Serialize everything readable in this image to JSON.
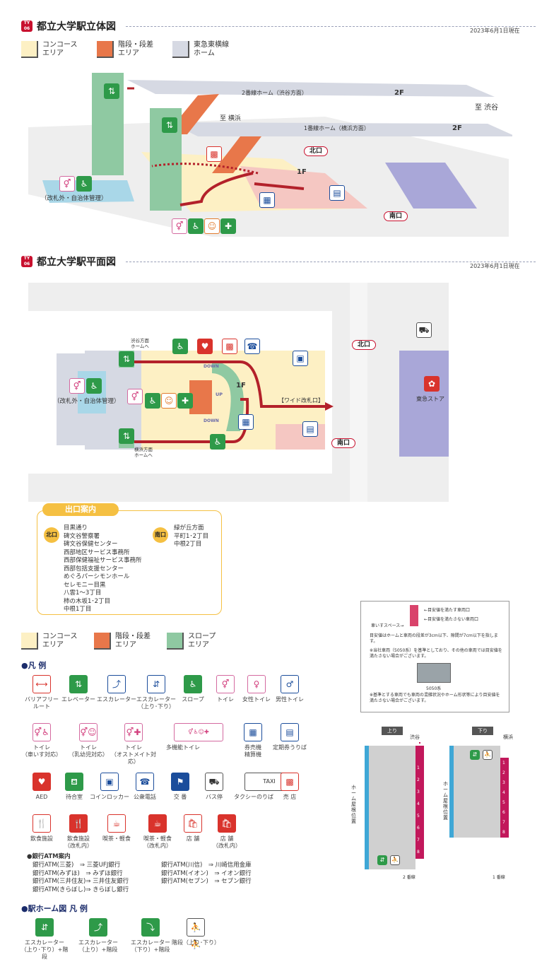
{
  "section1": {
    "badge_top": "TY",
    "badge_num": "06",
    "title": "都立大学駅立体図",
    "date": "2023年6月1日現在",
    "legend": [
      {
        "label": "コンコース\nエリア",
        "color": "#fdf0c4"
      },
      {
        "label": "階段・段差\nエリア",
        "color": "#e8774a"
      },
      {
        "label": "東急東横線\nホーム",
        "color": "#d6d9e3"
      }
    ],
    "platform2": "2番線ホーム（渋谷方面）",
    "floor2a": "2F",
    "to_shibuya": "至 渋谷",
    "to_yokohama": "至 横浜",
    "platform1": "1番線ホーム（横浜方面）",
    "floor2b": "2F",
    "north_exit": "北口",
    "floor1": "1F",
    "outside_note": "（改札外・自治体管理）",
    "south_exit": "南口"
  },
  "section2": {
    "badge_top": "TY",
    "badge_num": "06",
    "title": "都立大学駅平面図",
    "date": "2023年6月1日現在",
    "to_shibuya_platform": "渋谷方面\nホームへ",
    "to_yokohama_platform": "横浜方面\nホームへ",
    "north_exit": "北口",
    "south_exit": "南口",
    "floor1": "1F",
    "wide_gate": "【ワイド改札口】",
    "outside_note": "（改札外・自治体管理）",
    "store": "東急ストア",
    "down": "DOWN",
    "up": "UP"
  },
  "exit_guide": {
    "title": "出口案内",
    "north": "北口",
    "north_items": "目黒通り\n碑文谷警察署\n碑文谷保健センター\n西部地区サービス事務所\n西部保健福祉サービス事務所\n西部包括支援センター\nめぐろパーシモンホール\nセレモニー目黒\n八雲1～3丁目\n柿の木坂1･2丁目\n中根1丁目",
    "south": "南口",
    "south_items": "緑が丘方面\n平町1･2丁目\n中根2丁目"
  },
  "area_legend": [
    {
      "label": "コンコース\nエリア",
      "color": "#fdf0c4"
    },
    {
      "label": "階段・段差\nエリア",
      "color": "#e8774a"
    },
    {
      "label": "スロープ\nエリア",
      "color": "#8fc9a2"
    }
  ],
  "legend_title": "●凡 例",
  "legend_row1": [
    {
      "name": "barrier-free-route",
      "label": "バリアフリー\nルート",
      "glyph": "⟷",
      "style": "red"
    },
    {
      "name": "elevator",
      "label": "エレベーター",
      "glyph": "⇅",
      "style": "green"
    },
    {
      "name": "escalator",
      "label": "エスカレーター",
      "glyph": "⤴",
      "style": "blue"
    },
    {
      "name": "escalator-updown",
      "label": "エスカレーター\n（上り･下り）",
      "glyph": "⇵",
      "style": "blue"
    },
    {
      "name": "slope",
      "label": "スロープ",
      "glyph": "♿",
      "style": "green"
    },
    {
      "name": "toilet",
      "label": "トイレ",
      "glyph": "⚥",
      "style": "pink"
    },
    {
      "name": "women-toilet",
      "label": "女性トイレ",
      "glyph": "♀",
      "style": "pink"
    },
    {
      "name": "men-toilet",
      "label": "男性トイレ",
      "glyph": "♂",
      "style": "blue"
    }
  ],
  "legend_row2": [
    {
      "name": "toilet-wheelchair",
      "label": "トイレ\n（車いす対応）",
      "glyph": "⚥♿",
      "style": "pink"
    },
    {
      "name": "toilet-baby",
      "label": "トイレ\n（乳幼児対応）",
      "glyph": "⚥☺",
      "style": "pink"
    },
    {
      "name": "toilet-ostomate",
      "label": "トイレ\n（オストメイト対応）",
      "glyph": "⚥✚",
      "style": "pink"
    },
    {
      "name": "multipurpose-toilet",
      "label": "多機能トイレ",
      "glyph": "⚥♿☺✚",
      "style": "pink"
    },
    {
      "name": "ticket-machine",
      "label": "券売機\n精算機",
      "glyph": "▦",
      "style": "blue"
    },
    {
      "name": "commuter-pass",
      "label": "定期券うりば",
      "glyph": "▤",
      "style": "blue"
    }
  ],
  "legend_row3": [
    {
      "name": "aed",
      "label": "AED",
      "glyph": "♥",
      "style": "redfill"
    },
    {
      "name": "waiting-room",
      "label": "待合室",
      "glyph": "⛾",
      "style": "green"
    },
    {
      "name": "coin-locker",
      "label": "コインロッカー",
      "glyph": "▣",
      "style": "blue"
    },
    {
      "name": "public-phone",
      "label": "公衆電話",
      "glyph": "☎",
      "style": "blue"
    },
    {
      "name": "police-box",
      "label": "交 番",
      "glyph": "⚑",
      "style": "navy"
    },
    {
      "name": "bus-stop",
      "label": "バス停",
      "glyph": "⛟",
      "style": "gray"
    },
    {
      "name": "taxi",
      "label": "タクシーのりば",
      "glyph": "TAXI",
      "style": "gray"
    },
    {
      "name": "shop",
      "label": "売 店",
      "glyph": "▩",
      "style": "red"
    }
  ],
  "legend_row4": [
    {
      "name": "restaurant",
      "label": "飲食施設",
      "glyph": "🍴",
      "style": "red"
    },
    {
      "name": "restaurant-inside",
      "label": "飲食施設\n（改札内）",
      "glyph": "🍴",
      "style": "redfill"
    },
    {
      "name": "cafe",
      "label": "喫茶・軽食",
      "glyph": "☕",
      "style": "red"
    },
    {
      "name": "cafe-inside",
      "label": "喫茶・軽食\n（改札内）",
      "glyph": "☕",
      "style": "redfill"
    },
    {
      "name": "store",
      "label": "店 舗",
      "glyph": "🛍",
      "style": "red"
    },
    {
      "name": "store-inside",
      "label": "店 舗\n（改札内）",
      "glyph": "🛍",
      "style": "redfill"
    }
  ],
  "atm_title": "●銀行ATM案内",
  "atm_left": "銀行ATM(三菱)　⇒ 三菱UFJ銀行\n銀行ATM(みずほ)　⇒ みずほ銀行\n銀行ATM(三井住友)⇒ 三井住友銀行\n銀行ATM(きらぼし)⇒ きらぼし銀行",
  "atm_right": "銀行ATM(川信)　⇒ 川崎信用金庫\n銀行ATM(イオン)　⇒ イオン銀行\n銀行ATM(セブン)　⇒ セブン銀行",
  "platform_legend_title": "●駅ホーム図 凡 例",
  "platform_legend": [
    {
      "name": "escalator-updown-stairs",
      "label": "エスカレーター\n（上り･下り）+階段",
      "glyph": "⇵",
      "style": "green"
    },
    {
      "name": "escalator-up-stairs",
      "label": "エスカレーター\n（上り）+階段",
      "glyph": "⤴",
      "style": "green"
    },
    {
      "name": "escalator-down-stairs",
      "label": "エスカレーター\n（下り）+階段",
      "glyph": "⤵",
      "style": "green"
    },
    {
      "name": "stairs-updown",
      "label": "階段（上り･下り）",
      "glyph": "⛹⛹",
      "style": "gray"
    }
  ],
  "car_info": {
    "wheelchair_space": "車いすスペース→",
    "meets": "←目安値を満たす車両口",
    "not_meets": "←目安値を満たさない車両口",
    "note1": "目安値はホームと車両の段差が3cm以下、隙間が7cm以下を指します。",
    "note2": "※当社車両（5050系）を基準としており、その他の車両では目安値を満たさない場合がございます。",
    "train_caption": "5050系",
    "note3": "※基準とする車両でも車両の混雑状況やホーム形状等により目安値を満たさない場合がございます。"
  },
  "platform_diagrams": {
    "up_label": "上り",
    "up_dest": "渋谷",
    "down_label": "下り",
    "down_dest": "横浜",
    "roof": "ホーム屋根位置",
    "up_track": "2 番線",
    "down_track": "1 番線",
    "car_numbers": [
      "1",
      "2",
      "3",
      "4",
      "5",
      "6",
      "7",
      "8"
    ]
  }
}
